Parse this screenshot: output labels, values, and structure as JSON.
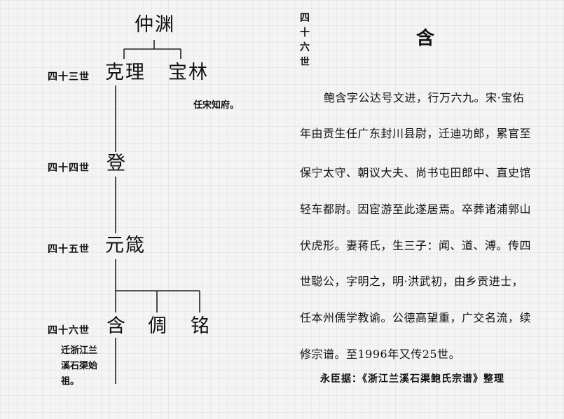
{
  "tree": {
    "root": "仲渊",
    "gen43": {
      "label": "四十三世",
      "names": [
        "克理",
        "宝林"
      ],
      "note": "任宋知府。"
    },
    "gen44": {
      "label": "四十四世",
      "name": "登"
    },
    "gen45": {
      "label": "四十五世",
      "name": "元箴"
    },
    "gen46": {
      "label": "四十六世",
      "names": [
        "含",
        "倜",
        "铭"
      ],
      "note": "迁浙江兰\n溪石渠始\n祖。"
    }
  },
  "article": {
    "generation": "四\n十\n六\n世",
    "title": "含",
    "lines": [
      "鲍含字公达号文进，行万六九。宋·宝佑",
      "年由贡生任广东封川县尉，迁迪功郎，累官至",
      "保宁太守、朝议大夫、尚书屯田郎中、直史馆",
      "轻车都尉。因宦游至此遂居焉。卒葬诸浦郭山",
      "伏虎形。妻蒋氏，生三子：闻、道、溥。传四",
      "世聪公，字明之，明·洪武初，由乡贡进士，",
      "任本州儒学教谕。公德高望重，广交名流，续",
      "修宗谱。至1996年又传25世。"
    ],
    "source": "永臣据：《浙江兰溪石渠鲍氏宗谱》整理"
  }
}
